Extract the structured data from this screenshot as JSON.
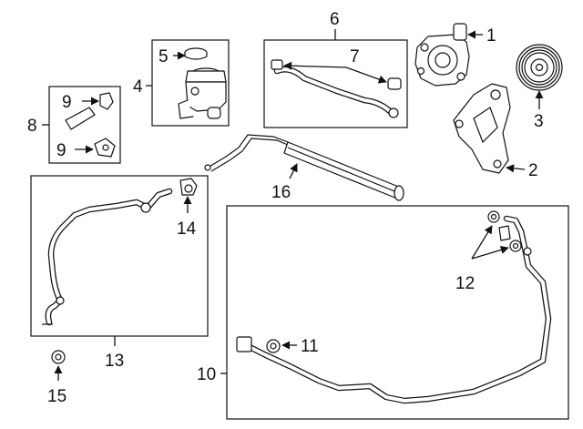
{
  "diagram": {
    "callouts": [
      "1",
      "2",
      "3",
      "4",
      "5",
      "6",
      "7",
      "8",
      "9",
      "9",
      "10",
      "11",
      "12",
      "13",
      "14",
      "15",
      "16"
    ],
    "colors": {
      "ink": "#111111",
      "background": "#ffffff"
    }
  }
}
